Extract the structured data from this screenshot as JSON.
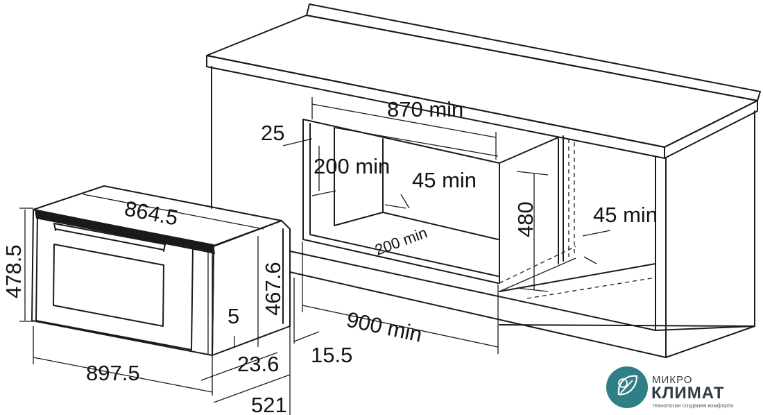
{
  "dimensions": {
    "oven_depth_top": "864.5",
    "oven_height_left": "478.5",
    "oven_height_right": "467.6",
    "oven_width": "897.5",
    "oven_depth": "521",
    "door_thickness": "23.6",
    "panel_gap": "5",
    "side_offset": "15.5",
    "niche_width_top": "870 min",
    "niche_width_bottom": "900 min",
    "niche_height": "480",
    "front_frame": "25",
    "rear_clearance": "200 min",
    "floor_depth": "200 min",
    "floor_cutout": "45 min",
    "side_cutout": "45 min"
  },
  "logo": {
    "top_word": "МИКРО",
    "main_word": "КЛИМАТ",
    "tagline": "технологии создания комфорта",
    "color": "#2f7f86"
  }
}
